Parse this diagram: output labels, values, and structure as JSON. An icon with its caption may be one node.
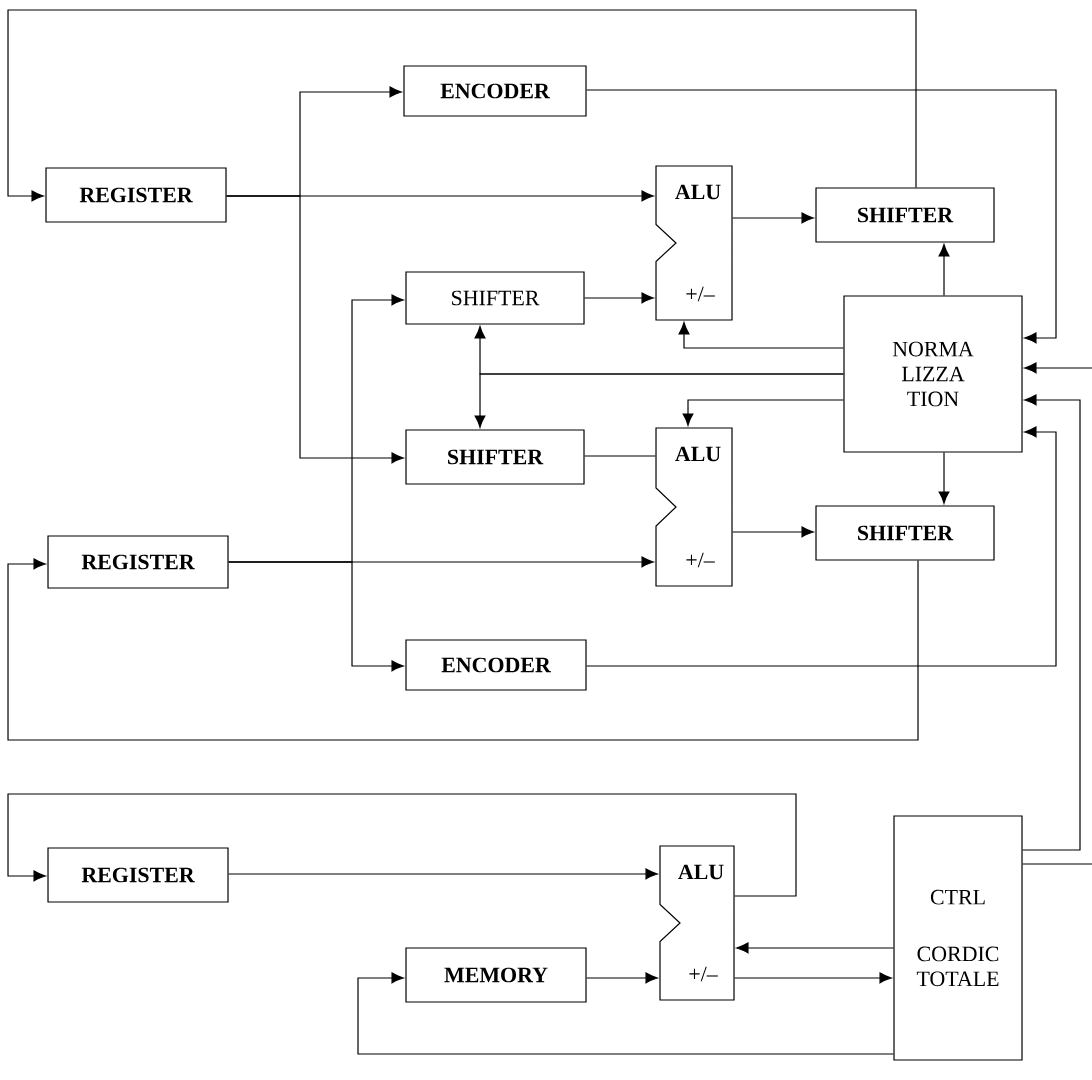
{
  "diagram": {
    "nodes": [
      {
        "text": [
          "ENCODER"
        ]
      },
      {
        "text": [
          "REGISTER"
        ]
      },
      {
        "text": [
          "ALU",
          "+/–"
        ]
      },
      {
        "text": [
          "SHIFTER"
        ]
      },
      {
        "text": [
          "SHIFTER"
        ]
      },
      {
        "text": [
          "NORMA LIZZA TION"
        ]
      },
      {
        "text": [
          "SHIFTER"
        ]
      },
      {
        "text": [
          "ALU",
          "+/–"
        ]
      },
      {
        "text": [
          "SHIFTER"
        ]
      },
      {
        "text": [
          "REGISTER"
        ]
      },
      {
        "text": [
          "ENCODER"
        ]
      },
      {
        "text": [
          "REGISTER"
        ]
      },
      {
        "text": [
          "ALU",
          "+/–"
        ]
      },
      {
        "text": [
          "MEMORY"
        ]
      },
      {
        "text": [
          "CTRL",
          "CORDIC TOTALE"
        ]
      }
    ],
    "edges": [
      {
        "from": 3,
        "to": 1,
        "arrow": "to"
      },
      {
        "from": 1,
        "to": 2,
        "arrow": "to"
      },
      {
        "from": 1,
        "to": 0,
        "arrow": "to"
      },
      {
        "from": 1,
        "to": 6,
        "arrow": "to"
      },
      {
        "from": 2,
        "to": 3,
        "arrow": "to"
      },
      {
        "from": 4,
        "to": 2,
        "arrow": "to"
      },
      {
        "from": 5,
        "to": 2,
        "arrow": "to"
      },
      {
        "from": 5,
        "to": 3,
        "arrow": "to"
      },
      {
        "from": 0,
        "to": 5,
        "arrow": "to"
      },
      {
        "from": 5,
        "to": 4,
        "arrow": "to"
      },
      {
        "from": 5,
        "to": 6,
        "arrow": "to"
      },
      {
        "from": 5,
        "to": 7,
        "arrow": "to"
      },
      {
        "from": 6,
        "to": 7,
        "arrow": "none"
      },
      {
        "from": 9,
        "to": 7,
        "arrow": "to"
      },
      {
        "from": 7,
        "to": 8,
        "arrow": "to"
      },
      {
        "from": 5,
        "to": 8,
        "arrow": "to"
      },
      {
        "from": 8,
        "to": 9,
        "arrow": "to"
      },
      {
        "from": 9,
        "to": 4,
        "arrow": "to"
      },
      {
        "from": 9,
        "to": 10,
        "arrow": "to"
      },
      {
        "from": 10,
        "to": 5,
        "arrow": "to"
      },
      {
        "from": null,
        "to": 5,
        "arrow": "to"
      },
      {
        "from": 14,
        "to": 5,
        "arrow": "to"
      },
      {
        "from": 14,
        "to": null,
        "arrow": "none"
      },
      {
        "from": 12,
        "to": 11,
        "arrow": "to"
      },
      {
        "from": 11,
        "to": 12,
        "arrow": "to"
      },
      {
        "from": 13,
        "to": 12,
        "arrow": "to"
      },
      {
        "from": 14,
        "to": 12,
        "arrow": "to"
      },
      {
        "from": 12,
        "to": 14,
        "arrow": "to"
      },
      {
        "from": 14,
        "to": 13,
        "arrow": "to"
      }
    ]
  }
}
